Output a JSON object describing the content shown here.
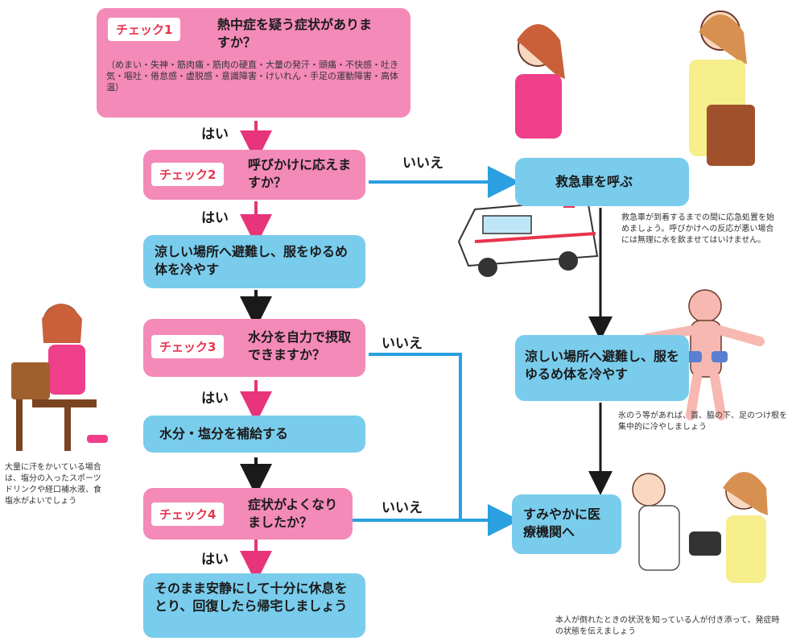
{
  "chart_data": {
    "type": "flowchart",
    "colors": {
      "question": "#f48ab8",
      "action": "#79ccec",
      "yes_arrow": "#e8347a",
      "no_arrow": "#2aa0e0",
      "tag_text": "#e8344e"
    },
    "check1": {
      "tag": "チェック1",
      "question": "熱中症を疑う症状がありますか？",
      "symptoms": "（めまい・失神・筋肉痛・筋肉の硬直・大量の発汗・頭痛・不快感・吐き気・嘔吐・倦怠感・虚脱感・意識障害・けいれん・手足の運動障害・高体温）"
    },
    "check2": {
      "tag": "チェック2",
      "question": "呼びかけに応えますか？"
    },
    "check3": {
      "tag": "チェック3",
      "question": "水分を自力で摂取できますか？"
    },
    "check4": {
      "tag": "チェック4",
      "question": "症状がよくなりましたか？"
    },
    "yes_label": "はい",
    "no_label": "いいえ",
    "action_cool": "涼しい場所へ避難し、服をゆるめ体を冷やす",
    "action_hydrate": "水分・塩分を補給する",
    "action_rest": "そのまま安静にして十分に休息をとり、回復したら帰宅しましょう",
    "action_ambulance": "救急車を呼ぶ",
    "action_cool_right": "涼しい場所へ避難し、服をゆるめ体を冷やす",
    "action_hospital": "すみやかに医療機関へ",
    "note_ambulance": "救急車が到着するまでの間に応急処置を始めましょう。呼びかけへの反応が悪い場合には無理に水を飲ませてはいけません。",
    "note_ice": "氷のう等があれば、首、脇の下、足のつけ根を集中的に冷やしましょう",
    "note_sweat": "大量に汗をかいている場合は、塩分の入ったスポーツドリンクや経口補水液、食塩水がよいでしょう",
    "note_hospital": "本人が倒れたときの状況を知っている人が付き添って、発症時の状態を伝えましょう"
  }
}
